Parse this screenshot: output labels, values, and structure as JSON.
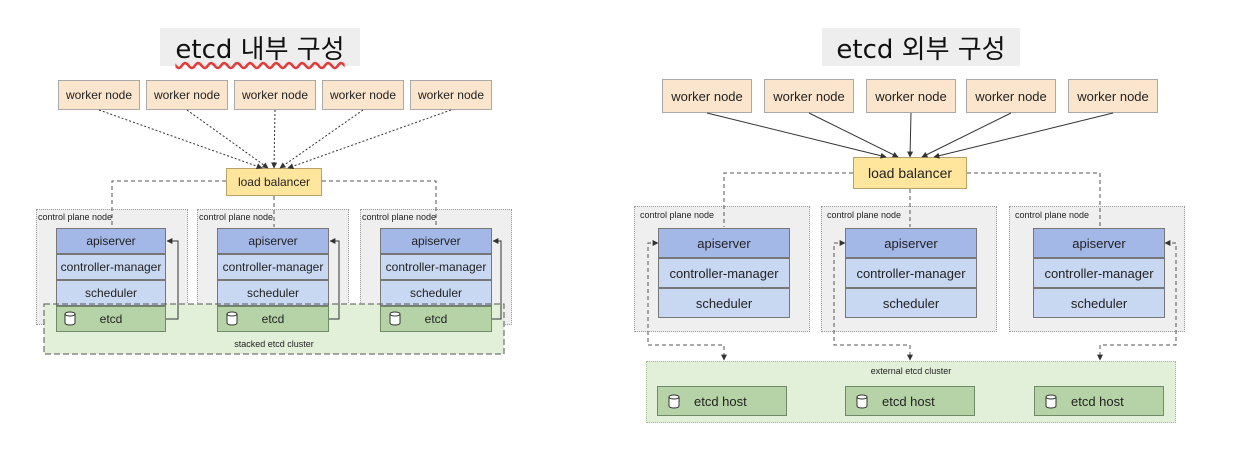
{
  "stacked": {
    "title": "etcd 내부 구성",
    "workers": [
      "worker node",
      "worker node",
      "worker node",
      "worker node",
      "worker node"
    ],
    "load_balancer": "load balancer",
    "control_plane_label": "control plane node",
    "components": {
      "apiserver": "apiserver",
      "controller_manager": "controller-manager",
      "scheduler": "scheduler",
      "etcd": "etcd"
    },
    "cluster_label": "stacked etcd cluster"
  },
  "external": {
    "title": "etcd 외부 구성",
    "workers": [
      "worker node",
      "worker node",
      "worker node",
      "worker node",
      "worker node"
    ],
    "load_balancer": "load balancer",
    "control_plane_label": "control plane node",
    "components": {
      "apiserver": "apiserver",
      "controller_manager": "controller-manager",
      "scheduler": "scheduler"
    },
    "cluster_label": "external etcd cluster",
    "etcd_host": "etcd host"
  },
  "colors": {
    "worker": "#fce5cd",
    "load_balancer": "#ffe69c",
    "apiserver": "#a4b8e8",
    "component": "#c9d8f2",
    "etcd": "#b6d3a7",
    "cluster": "#e2efd9",
    "control_plane": "#efefef"
  },
  "icons": [
    "database-icon"
  ]
}
